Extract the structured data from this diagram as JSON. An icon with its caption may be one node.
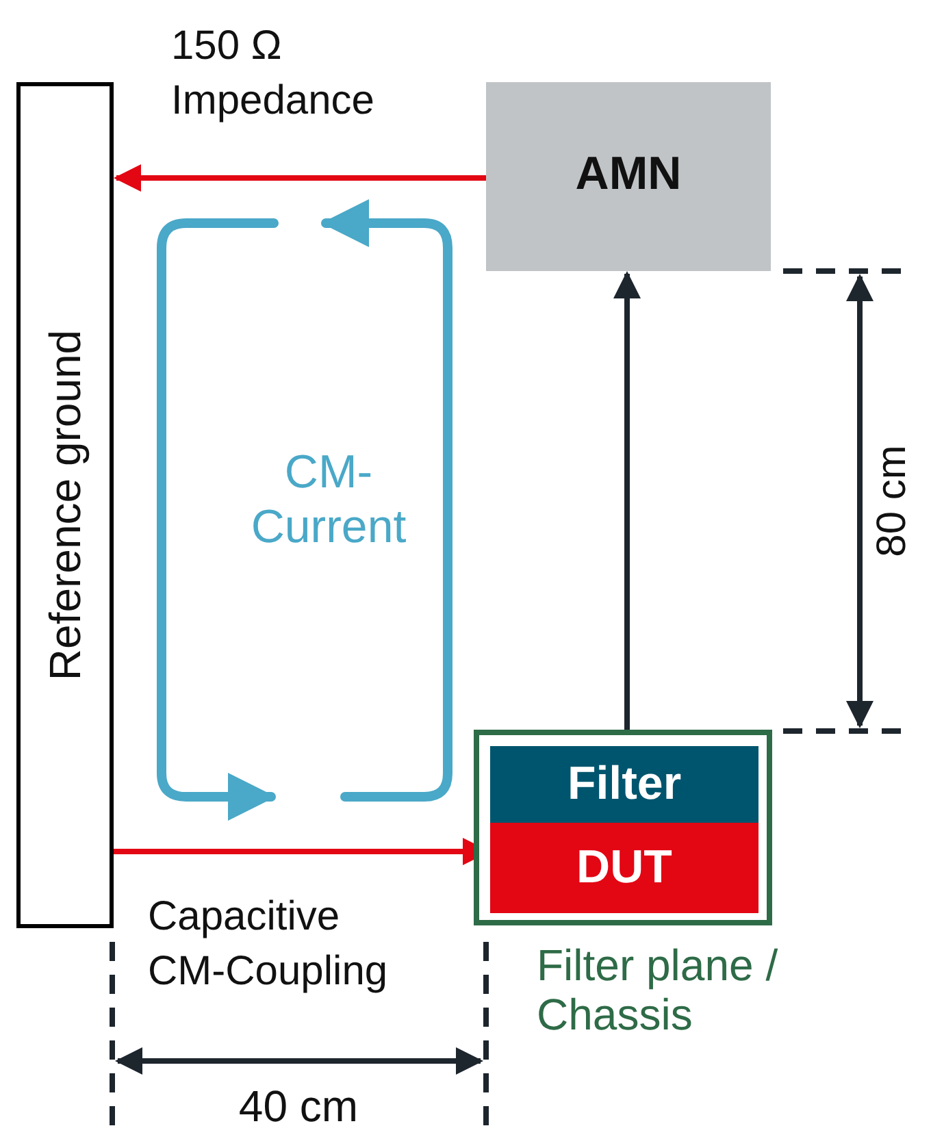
{
  "diagram": {
    "nodes": [
      {
        "text": [
          "Reference ground"
        ]
      },
      {
        "text": [
          "AMN"
        ]
      },
      {
        "text": [
          "Filter plane / Chassis"
        ]
      },
      {
        "text": [
          "Filter"
        ],
        "in": 2
      },
      {
        "text": [
          "DUT"
        ],
        "in": 2
      }
    ],
    "edges": [
      {
        "from": 3,
        "to": 1,
        "arrow": "to",
        "color": "#1d252d"
      },
      {
        "from": 1,
        "to": 0,
        "arrow": "to",
        "label": "150 Ω Impedance",
        "color": "#e30613"
      },
      {
        "from": 0,
        "to": 4,
        "arrow": "to",
        "label": "Capacitive CM-Coupling",
        "color": "#e30613"
      }
    ],
    "labels": [
      "CM-Current",
      "80 cm",
      "40 cm"
    ]
  }
}
